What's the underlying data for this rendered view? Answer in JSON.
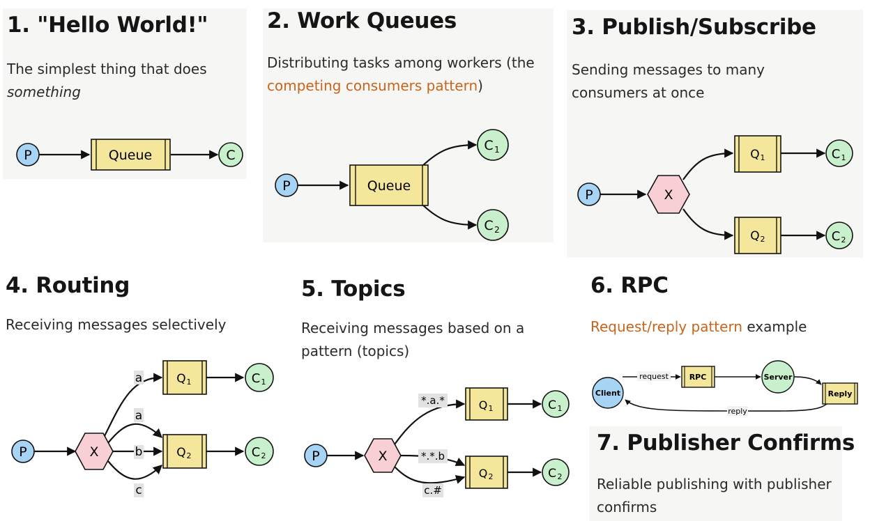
{
  "sections": {
    "hello": {
      "title": "1. \"Hello World!\"",
      "desc_line1": "The simplest thing that does",
      "desc_em": "something"
    },
    "work": {
      "title": "2. Work Queues",
      "desc_line1": "Distributing tasks among workers (the",
      "desc_link": "competing consumers pattern",
      "desc_close": ")"
    },
    "pubsub": {
      "title": "3. Publish/Subscribe",
      "desc_line1": "Sending messages to many",
      "desc_line2": "consumers at once"
    },
    "routing": {
      "title": "4. Routing",
      "desc_line1": "Receiving messages selectively"
    },
    "topics": {
      "title": "5. Topics",
      "desc_line1": "Receiving messages based on a",
      "desc_line2": "pattern (topics)"
    },
    "rpc": {
      "title": "6. RPC",
      "desc_link": "Request/reply pattern",
      "desc_rest": " example"
    },
    "confirms": {
      "title": "7. Publisher Confirms",
      "desc_line1": "Reliable publishing with publisher",
      "desc_line2": "confirms"
    }
  },
  "nodes": {
    "producer": "P",
    "consumer": "C",
    "c1": "C",
    "c2": "C",
    "sub1": "1",
    "sub2": "2",
    "queue": "Queue",
    "q": "Q",
    "exchange": "X",
    "client": "Client",
    "server": "Server",
    "rpc_queue": "RPC",
    "reply_queue": "Reply"
  },
  "edge_labels": {
    "routing": [
      "a",
      "a",
      "b",
      "c"
    ],
    "topics": [
      "*.a.*",
      "*.*.b",
      "c.#"
    ],
    "rpc_request": "request",
    "rpc_reply": "reply"
  },
  "colors": {
    "producer": "#a7d4f5",
    "consumer": "#c9f0cc",
    "queue": "#f4e79b",
    "exchange": "#f9cfd6",
    "accent": "#c8651b",
    "panel": "#f6f6f4"
  }
}
